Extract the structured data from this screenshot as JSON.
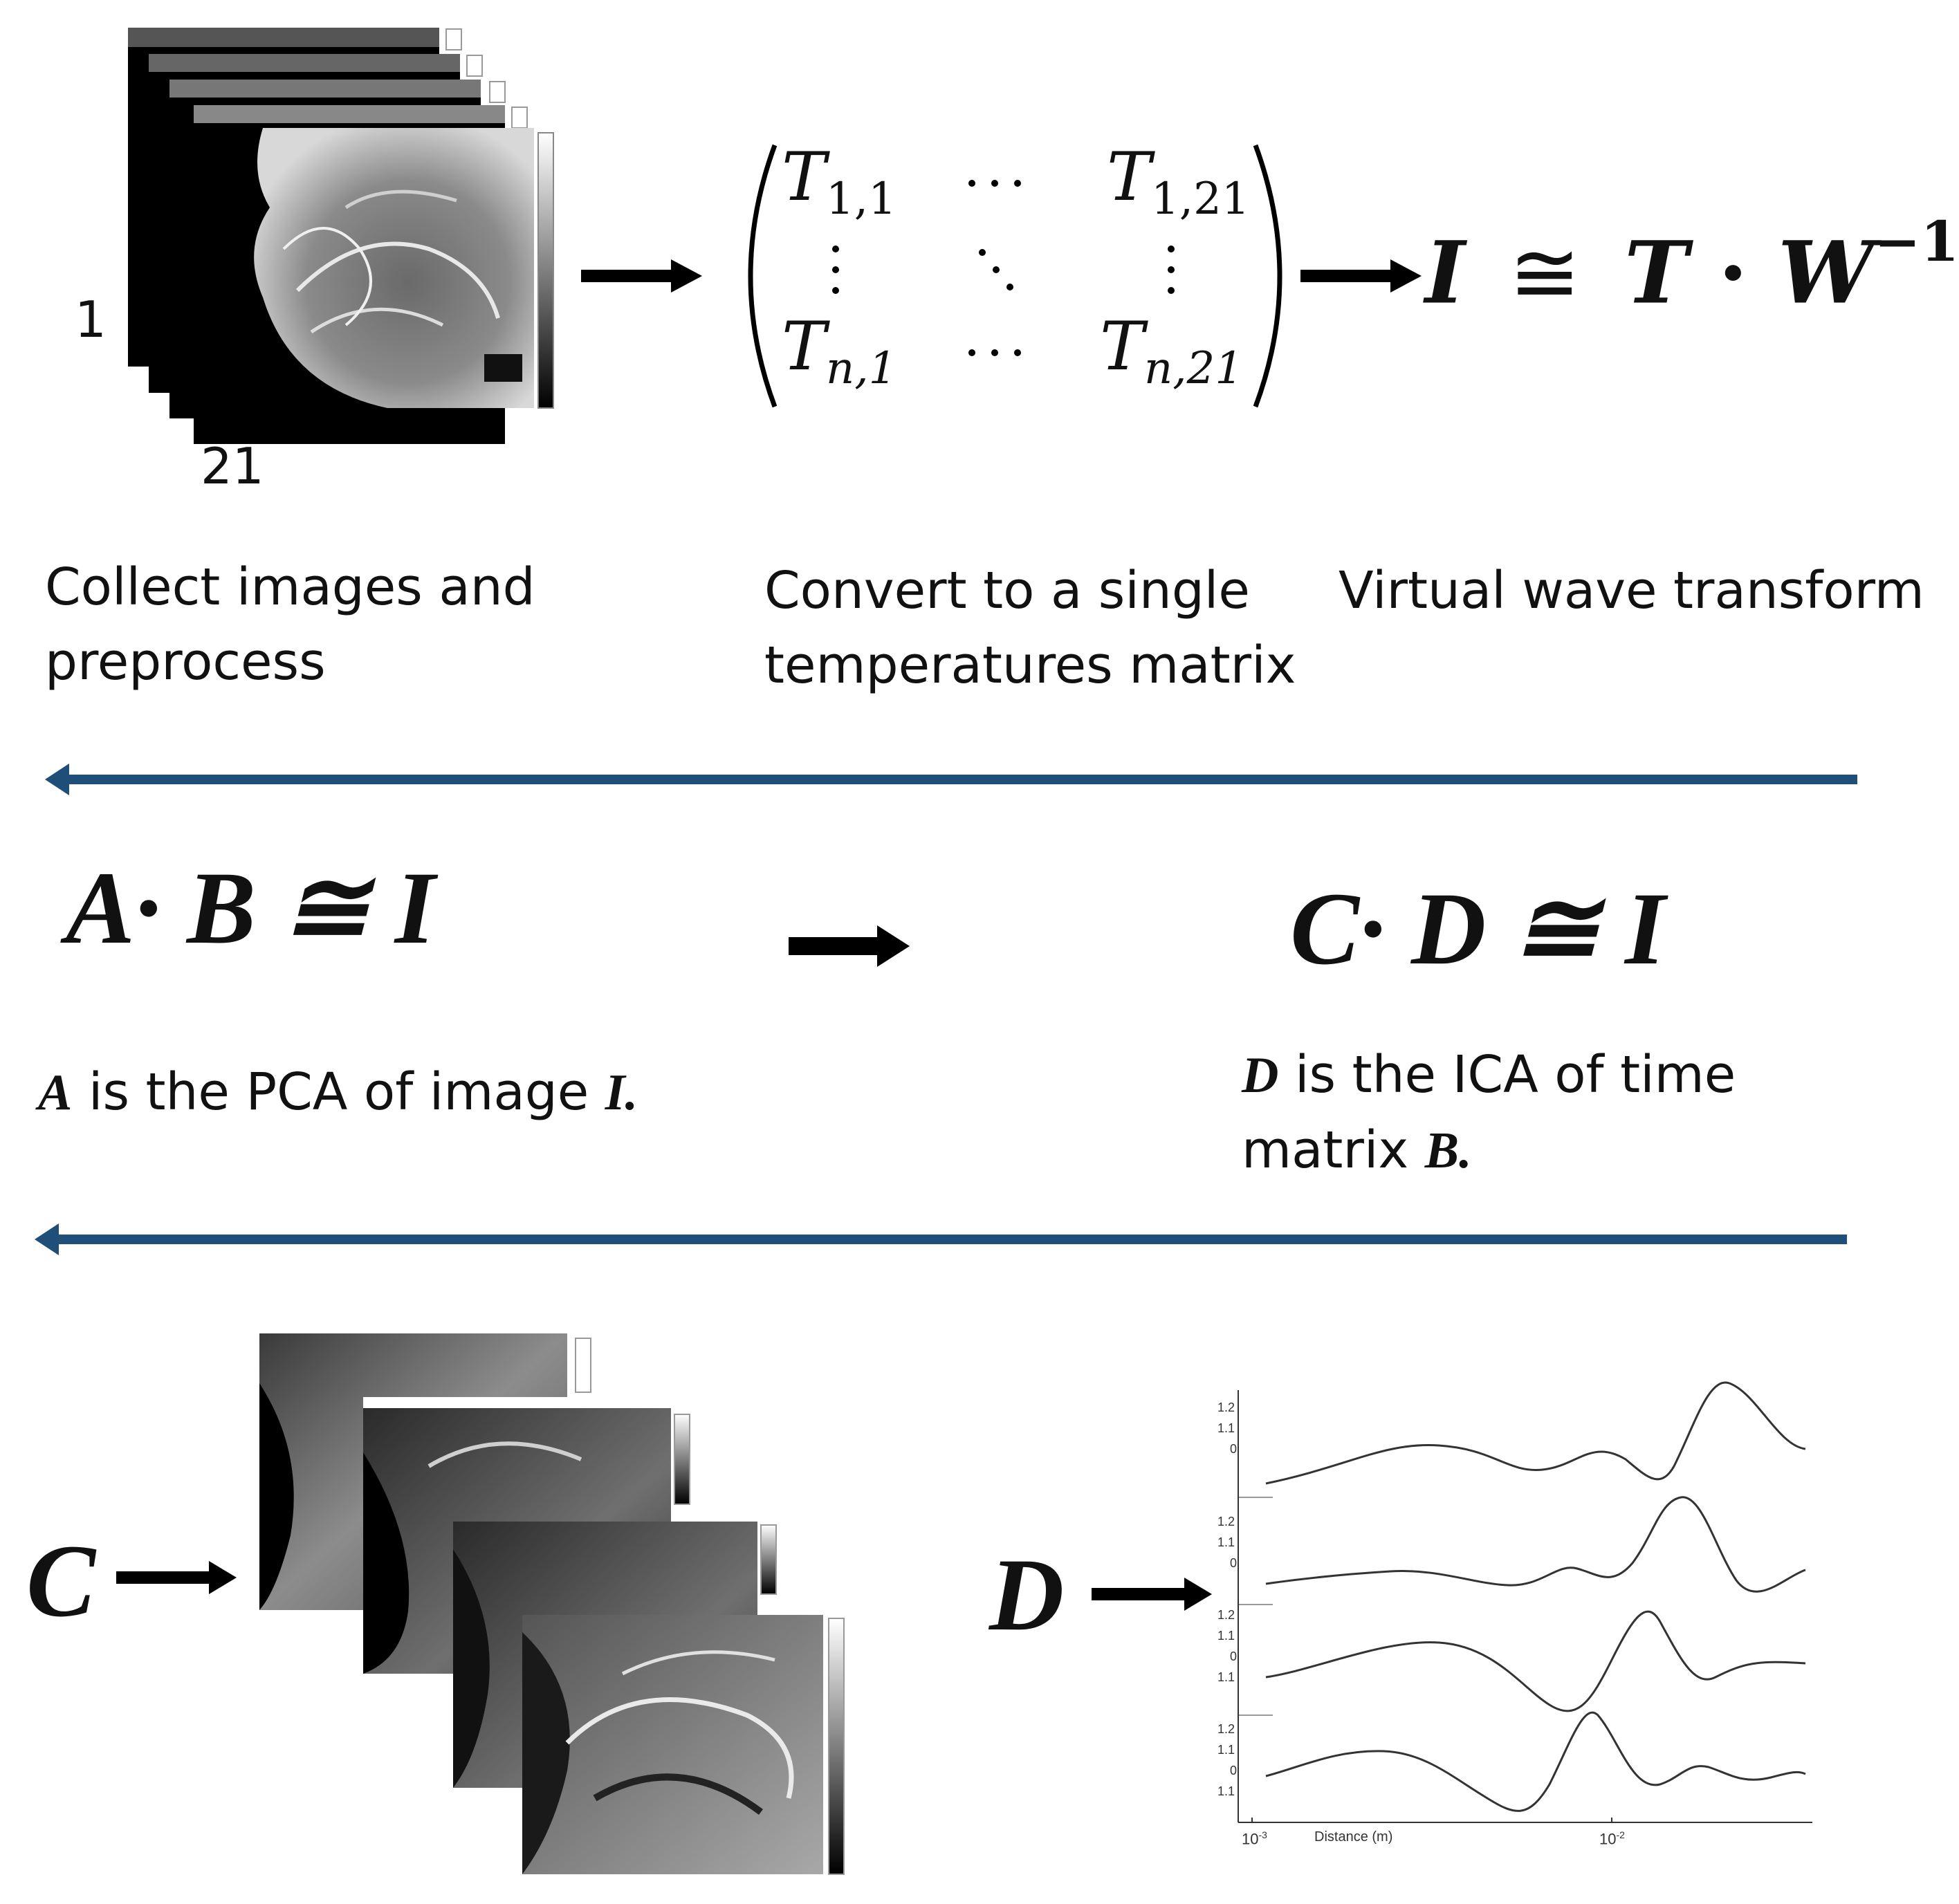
{
  "stack_labels": {
    "first": "1",
    "last": "21"
  },
  "matrix": {
    "top_left": "T",
    "top_left_sub": "1,1",
    "top_right": "T",
    "top_right_sub": "1,21",
    "bottom_left": "T",
    "bottom_left_sub": "n,1",
    "bottom_right": "T",
    "bottom_right_sub": "n,21"
  },
  "equations": {
    "virtual_wave": {
      "lhs": "I",
      "rel": "≅",
      "rhs_a": "T",
      "dot": "·",
      "rhs_b": "W",
      "exp": "−1"
    },
    "pca": "A· B ≅ I",
    "ica": "C· D ≅ I"
  },
  "captions": {
    "collect": [
      "Collect images and",
      "preprocess"
    ],
    "convert": [
      "Convert to a single",
      "temperatures matrix"
    ],
    "vwt": "Virtual wave transform",
    "pca": {
      "var": "A",
      "text": " is the PCA of image ",
      "var2": "I."
    },
    "ica": {
      "var": "D",
      "line1": " is the ICA of time",
      "line2": "matrix ",
      "var2": "B."
    }
  },
  "bottom_labels": {
    "c": "C",
    "d": "D"
  },
  "plot": {
    "xlabel": "Distance (m)",
    "x_ticks": [
      "10",
      "10"
    ],
    "x_tick_exps": [
      "-3",
      "-2"
    ],
    "y_ticks": [
      "1.2",
      "1.1",
      "0",
      "1.1"
    ]
  },
  "colors": {
    "arrow_blue": "#1f4e79",
    "ink": "#111111"
  }
}
